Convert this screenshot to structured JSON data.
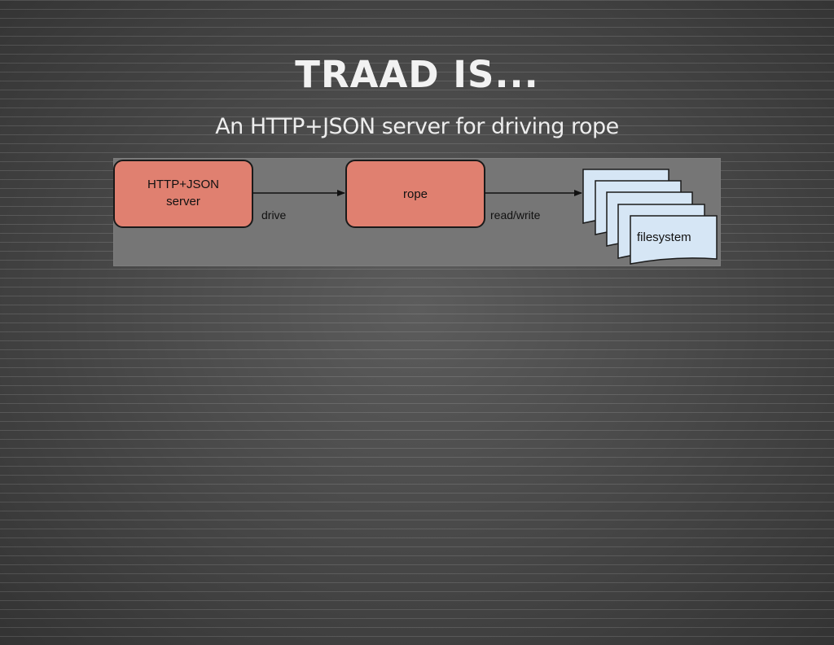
{
  "slide": {
    "title": "TRAAD IS...",
    "subtitle": "An HTTP+JSON server for driving rope"
  },
  "diagram": {
    "nodes": {
      "server": {
        "line1": "HTTP+JSON",
        "line2": "server"
      },
      "rope": {
        "label": "rope"
      },
      "filesystem": {
        "label": "filesystem"
      }
    },
    "edges": {
      "drive": "drive",
      "read_write": "read/write"
    },
    "colors": {
      "process_box": "#e08070",
      "document_stack": "#d6e6f5",
      "panel": "#767676"
    }
  }
}
